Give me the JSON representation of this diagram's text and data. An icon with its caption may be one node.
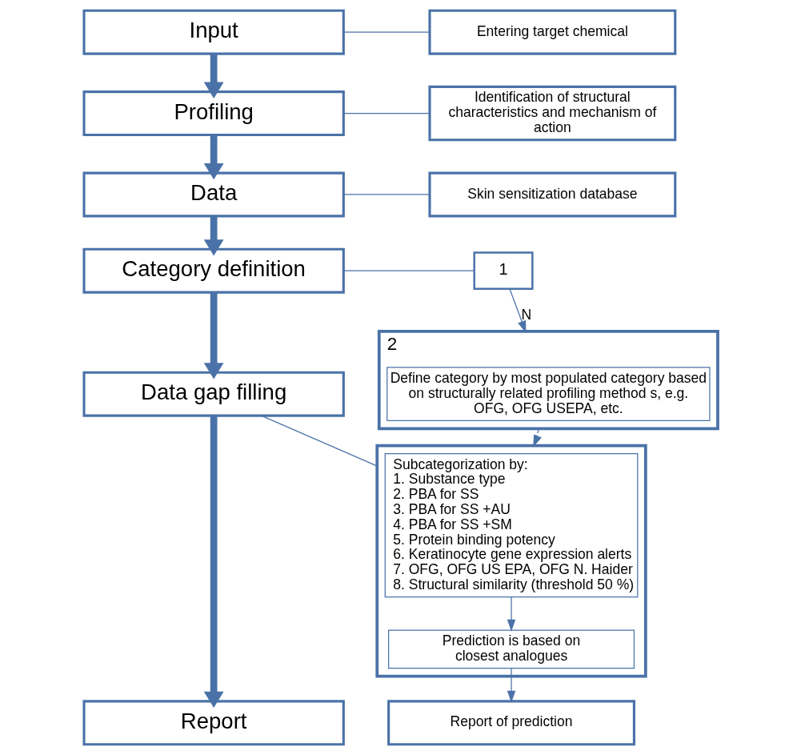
{
  "diagram": {
    "nodes": [
      {
        "text": [
          "Input"
        ]
      },
      {
        "text": [
          "Entering target chemical"
        ]
      },
      {
        "text": [
          "Profiling"
        ]
      },
      {
        "text": [
          "Identification of structural characteristics and mechanism of action"
        ]
      },
      {
        "text": [
          "Data"
        ]
      },
      {
        "text": [
          "Skin sensitization database"
        ]
      },
      {
        "text": [
          "Category definition"
        ]
      },
      {
        "text": [
          "1"
        ]
      },
      {
        "text": [
          "2"
        ]
      },
      {
        "text": [
          "Define category by most populated category based on structurally related profiling method s, e.g. OFG, OFG USEPA, etc."
        ],
        "in": 8
      },
      {
        "text": [],
        "shape": "box"
      },
      {
        "text": [
          "Subcategorization by:",
          "1. Substance type",
          "2. PBA for SS",
          "3. PBA for SS +AU",
          "4. PBA for SS +SM",
          "5. Protein binding potency",
          "6. Keratinocyte gene expression alerts",
          "7. OFG, OFG US EPA, OFG N. Haider",
          "8. Structural similarity (threshold 50 %)"
        ],
        "in": 10
      },
      {
        "text": [
          "Prediction is based on closest analogues"
        ],
        "in": 10
      },
      {
        "text": [
          "Data gap filling"
        ]
      },
      {
        "text": [
          "Report"
        ]
      },
      {
        "text": [
          "Report of prediction"
        ]
      }
    ],
    "edges": [
      {
        "from": 0,
        "to": 2,
        "arrow": "to",
        "style": "thick"
      },
      {
        "from": 2,
        "to": 4,
        "arrow": "to",
        "style": "thick"
      },
      {
        "from": 4,
        "to": 6,
        "arrow": "to",
        "style": "thick"
      },
      {
        "from": 6,
        "to": 13,
        "arrow": "to",
        "style": "thick"
      },
      {
        "from": 13,
        "to": 14,
        "arrow": "to",
        "style": "thick"
      },
      {
        "from": 0,
        "to": 1,
        "arrow": "none"
      },
      {
        "from": 2,
        "to": 3,
        "arrow": "none"
      },
      {
        "from": 4,
        "to": 5,
        "arrow": "none"
      },
      {
        "from": 6,
        "to": 7,
        "arrow": "none"
      },
      {
        "from": 7,
        "to": 8,
        "arrow": "to",
        "label": "N"
      },
      {
        "from": 8,
        "to": 10,
        "arrow": "to",
        "style": "dashed"
      },
      {
        "from": 13,
        "to": 10,
        "arrow": "none"
      },
      {
        "from": 11,
        "to": 12,
        "arrow": "to"
      },
      {
        "from": 12,
        "to": 15,
        "arrow": "to"
      }
    ]
  }
}
